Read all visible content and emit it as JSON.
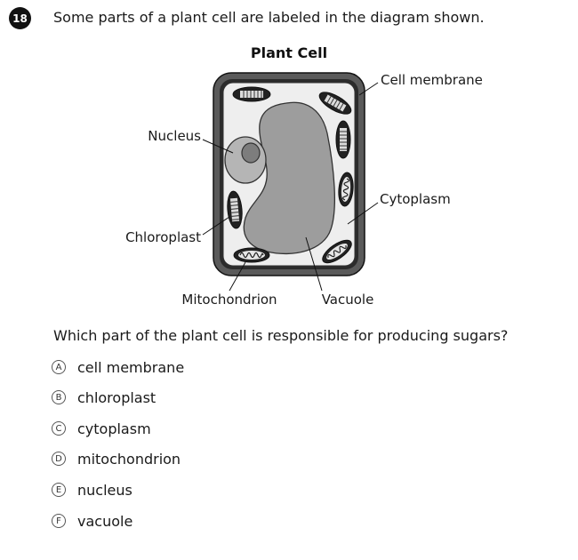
{
  "question": {
    "number": "18",
    "stem": "Some parts of a plant cell are labeled in the diagram shown.",
    "prompt": "Which part of the plant cell is responsible for producing sugars?"
  },
  "diagram": {
    "title": "Plant Cell",
    "labels": {
      "cell_membrane": "Cell membrane",
      "nucleus": "Nucleus",
      "cytoplasm": "Cytoplasm",
      "chloroplast": "Chloroplast",
      "mitochondrion": "Mitochondrion",
      "vacuole": "Vacuole"
    }
  },
  "choices": [
    {
      "letter": "A",
      "text": "cell membrane"
    },
    {
      "letter": "B",
      "text": "chloroplast"
    },
    {
      "letter": "C",
      "text": "cytoplasm"
    },
    {
      "letter": "D",
      "text": "mitochondrion"
    },
    {
      "letter": "E",
      "text": "nucleus"
    },
    {
      "letter": "F",
      "text": "vacuole"
    }
  ]
}
